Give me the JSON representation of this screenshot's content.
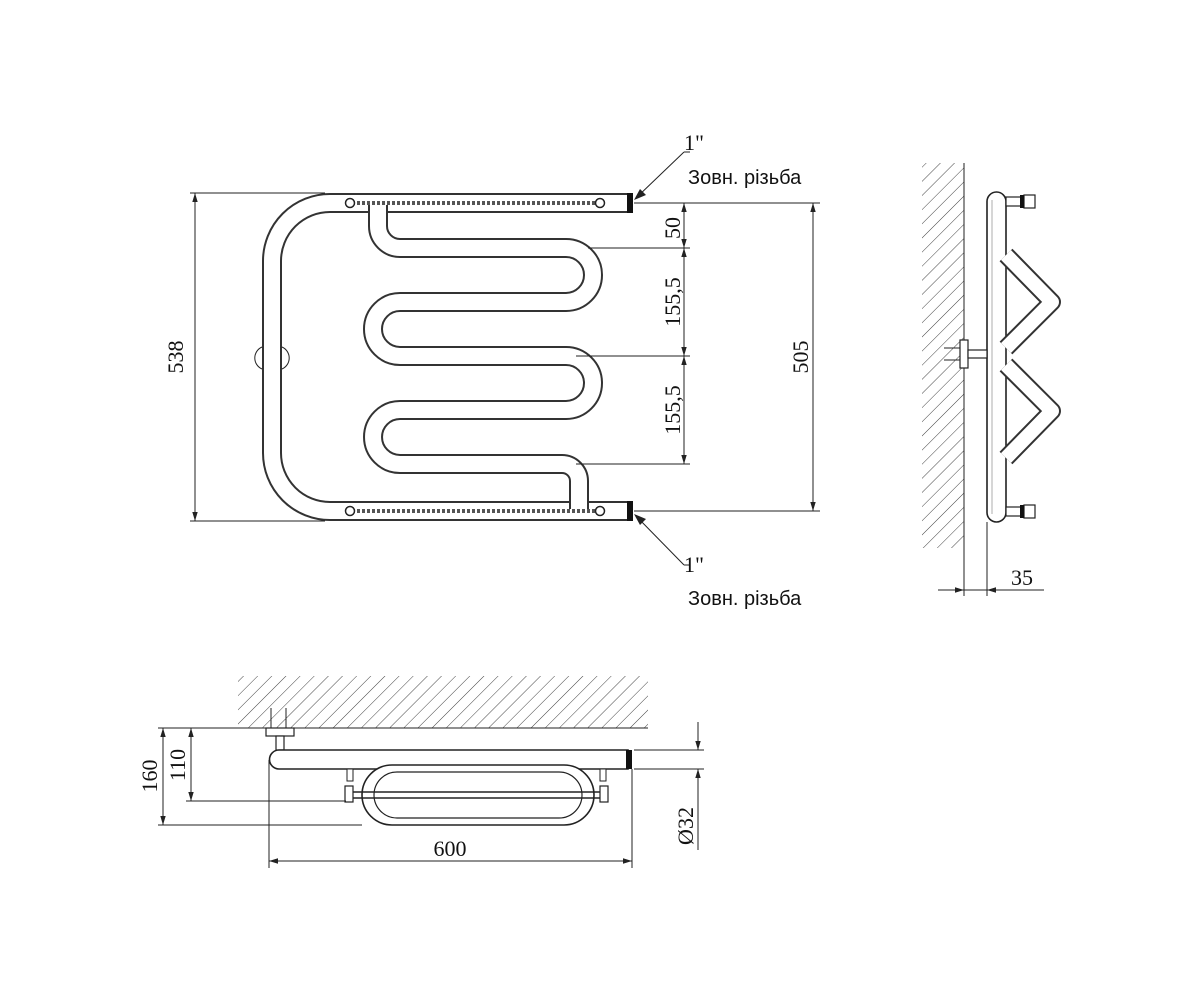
{
  "front_view": {
    "height_overall": "538",
    "height_between_axes": "505",
    "gap_top": "50",
    "bend_pitch_1": "155,5",
    "bend_pitch_2": "155,5",
    "thread_top": {
      "size": "1\"",
      "label": "Зовн. різьба"
    },
    "thread_bottom": {
      "size": "1\"",
      "label": "Зовн. різьба"
    }
  },
  "side_view": {
    "wall_offset": "35"
  },
  "top_view": {
    "depth_overall": "160",
    "depth_axis": "110",
    "width": "600",
    "pipe_diameter": "Ø32"
  },
  "colors": {
    "line": "#222222",
    "pipe_outline": "#333333",
    "hatch": "#444444"
  }
}
